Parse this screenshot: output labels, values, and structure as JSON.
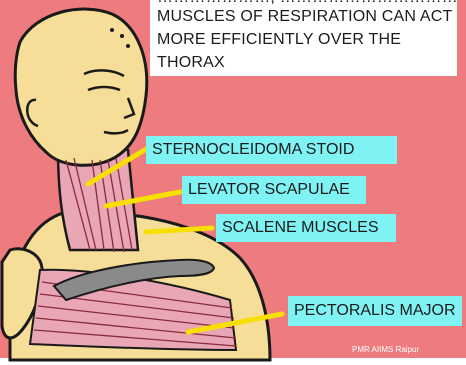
{
  "caption": {
    "partial_line": "…………………, ……………………………",
    "lines": [
      "MUSCLES OF RESPIRATION CAN ACT",
      "MORE EFFICIENTLY OVER THE",
      "THORAX"
    ]
  },
  "labels": {
    "sternocleidomastoid": "STERNOCLEIDOMA STOID",
    "levator_scapulae": "LEVATOR SCAPULAE",
    "scalene": "SCALENE MUSCLES",
    "pectoralis": "PECTORALIS MAJOR"
  },
  "credit": "PMR AIIMS Raipur",
  "colors": {
    "background": "#ee7b7e",
    "skin": "#f6de98",
    "muscle": "#e9a6b4",
    "label_box": "#7ff3f4",
    "pointer": "#f7e000",
    "clavicle": "#8a8a8a",
    "outline": "#1a1a1a"
  }
}
